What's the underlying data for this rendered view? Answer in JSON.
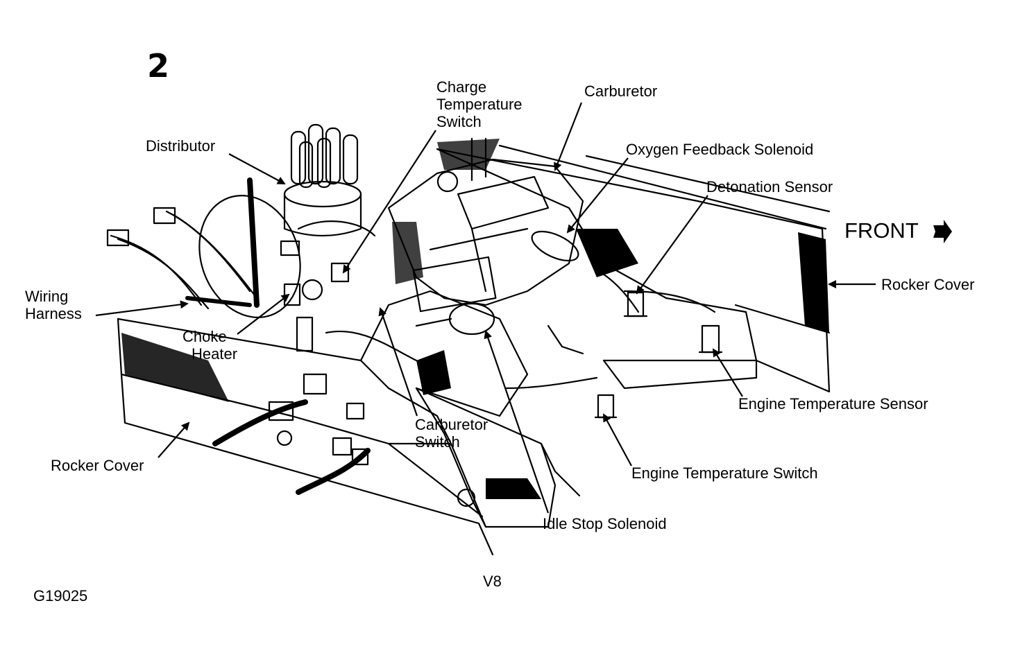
{
  "figure": {
    "number": "2",
    "code": "G19025",
    "caption": "V8",
    "direction": "FRONT"
  },
  "labels": {
    "charge_temperature_switch": [
      "Charge",
      "Temperature",
      "Switch"
    ],
    "carburetor": "Carburetor",
    "oxygen_feedback_solenoid": "Oxygen Feedback Solenoid",
    "detonation_sensor": "Detonation Sensor",
    "distributor": "Distributor",
    "rocker_cover_right": "Rocker Cover",
    "wiring_harness": [
      "Wiring",
      "Harness"
    ],
    "choke_heater": [
      "Choke",
      "Heater"
    ],
    "engine_temperature_sensor": "Engine Temperature Sensor",
    "carburetor_switch": [
      "Carburetor",
      "Switch"
    ],
    "rocker_cover_left": "Rocker Cover",
    "engine_temperature_switch": "Engine Temperature Switch",
    "idle_stop_solenoid": "Idle Stop Solenoid"
  },
  "colors": {
    "ink": "#000000",
    "paper": "#ffffff"
  }
}
